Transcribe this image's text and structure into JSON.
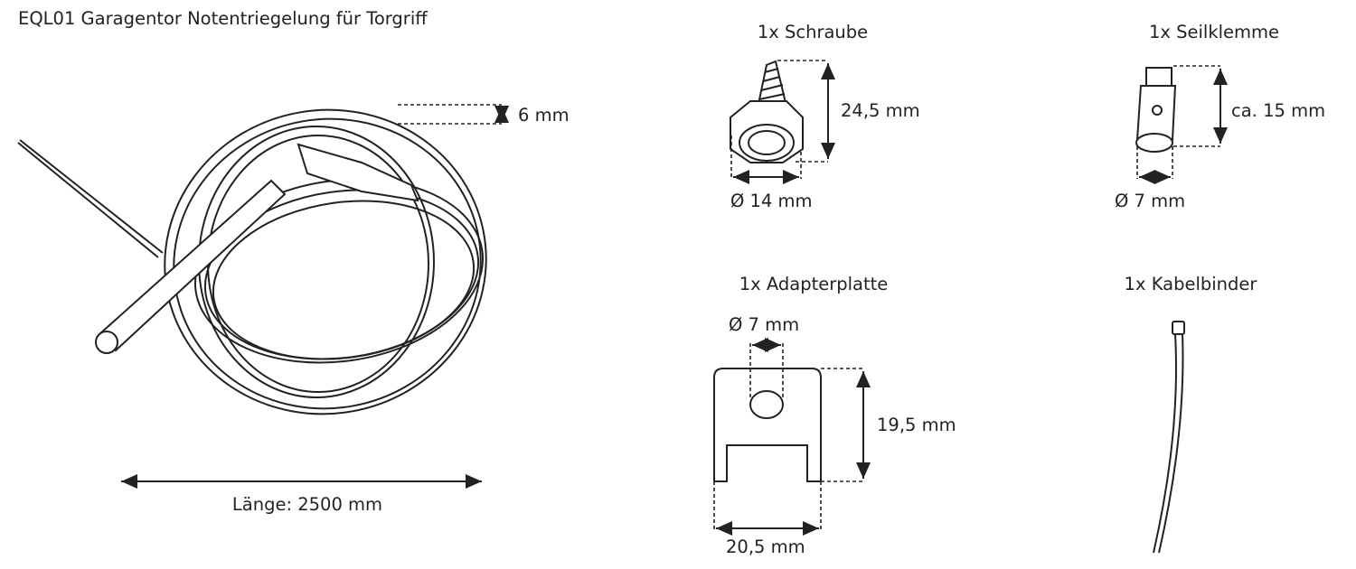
{
  "title": "EQL01 Garagentor Notentriegelung für Torgriff",
  "cable": {
    "diameter_label": "6 mm",
    "length_label": "Länge: 2500 mm"
  },
  "parts": {
    "screw": {
      "title": "1x Schraube",
      "length_label": "24,5 mm",
      "diameter_label": "Ø 14 mm"
    },
    "clamp": {
      "title": "1x Seilklemme",
      "length_label": "ca. 15 mm",
      "diameter_label": "Ø 7 mm"
    },
    "plate": {
      "title": "1x Adapterplatte",
      "hole_label": "Ø 7 mm",
      "height_label": "19,5 mm",
      "width_label": "20,5 mm"
    },
    "tie": {
      "title": "1x Kabelbinder"
    }
  }
}
